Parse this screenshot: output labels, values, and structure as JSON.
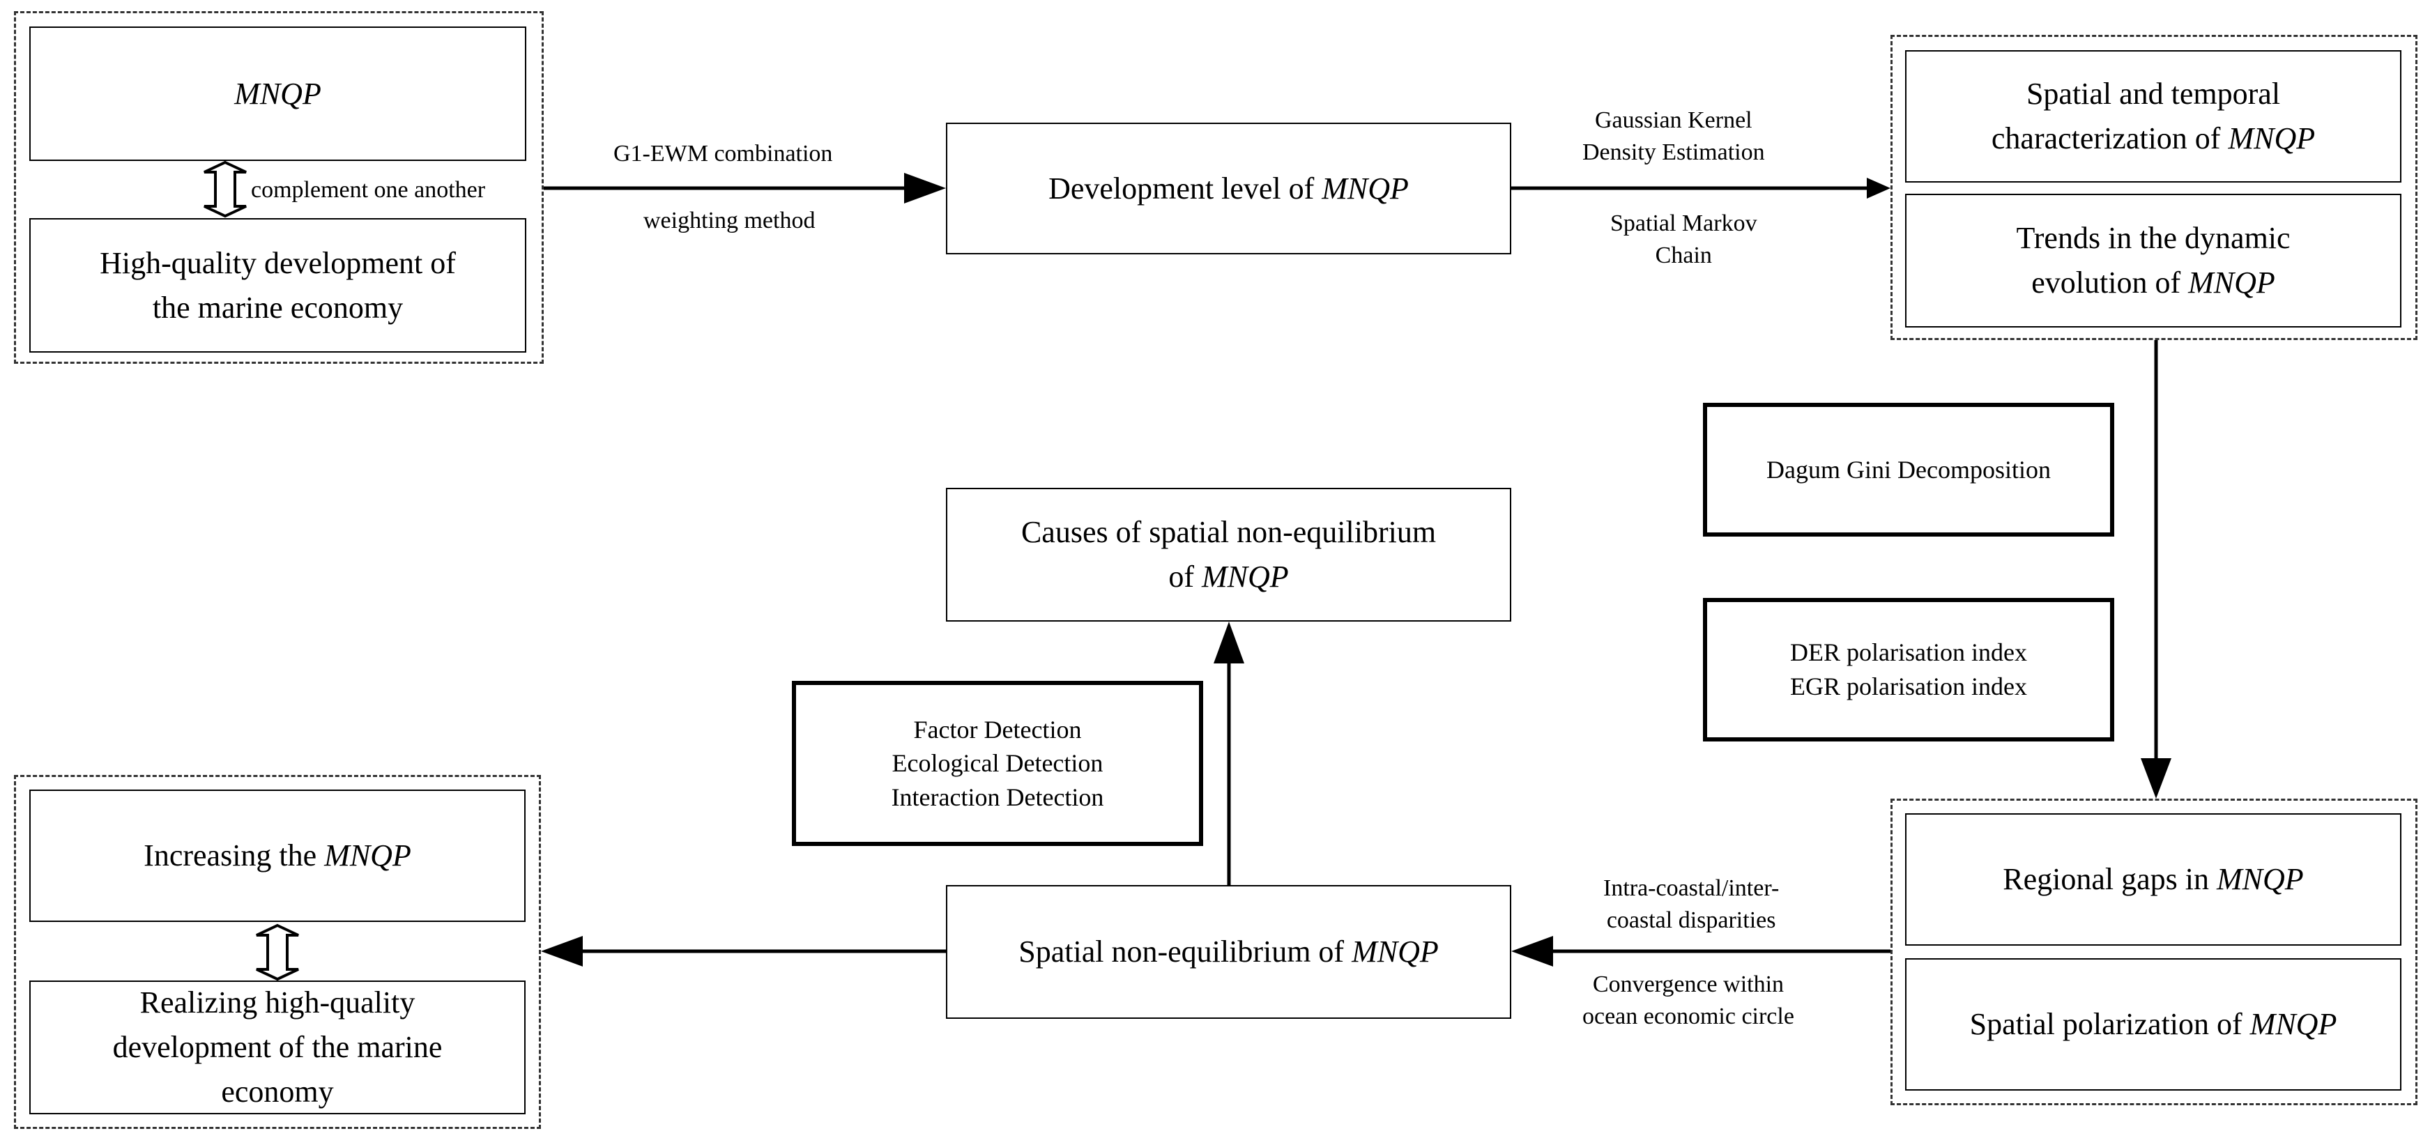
{
  "groups": {
    "top_left": {
      "box1": {
        "text": "",
        "var": "MNQP"
      },
      "box2": {
        "line1": "High-quality development of",
        "line2": "the marine economy"
      },
      "link_label": "complement one another"
    },
    "top_right": {
      "box1": {
        "line1": "Spatial and temporal",
        "line2": "characterization of ",
        "var": "MNQP"
      },
      "box2": {
        "line1": "Trends in the dynamic",
        "line2": "evolution of ",
        "var": "MNQP"
      }
    },
    "bottom_right": {
      "box1": {
        "text": "Regional gaps in ",
        "var": "MNQP"
      },
      "box2": {
        "text": "Spatial polarization of ",
        "var": "MNQP"
      }
    },
    "bottom_left": {
      "box1": {
        "text": "Increasing the ",
        "var": "MNQP"
      },
      "box2": {
        "line1": "Realizing high-quality",
        "line2": "development of the marine",
        "line3": "economy"
      }
    }
  },
  "nodes": {
    "development_level": {
      "text": "Development level of ",
      "var": "MNQP"
    },
    "causes": {
      "line1": "Causes of spatial non-equilibrium",
      "line2": "of ",
      "var": "MNQP"
    },
    "spatial_nonequilibrium": {
      "text": "Spatial non-equilibrium of ",
      "var": "MNQP"
    }
  },
  "methods": {
    "dagum": "Dagum Gini Decomposition",
    "polarisation": {
      "line1": "DER polarisation index",
      "line2": "EGR polarisation index"
    },
    "detection": {
      "line1": "Factor Detection",
      "line2": "Ecological Detection",
      "line3": "Interaction Detection"
    }
  },
  "edge_labels": {
    "g1_top": "G1-EWM combination",
    "g1_bottom": "weighting method",
    "gauss_line1": "Gaussian Kernel",
    "gauss_line2": "Density Estimation",
    "markov_line1": "Spatial Markov",
    "markov_line2": "Chain",
    "intra_line1": "Intra-coastal/inter-",
    "intra_line2": "coastal disparities",
    "conv_line1": "Convergence within",
    "conv_line2": "ocean economic circle"
  }
}
